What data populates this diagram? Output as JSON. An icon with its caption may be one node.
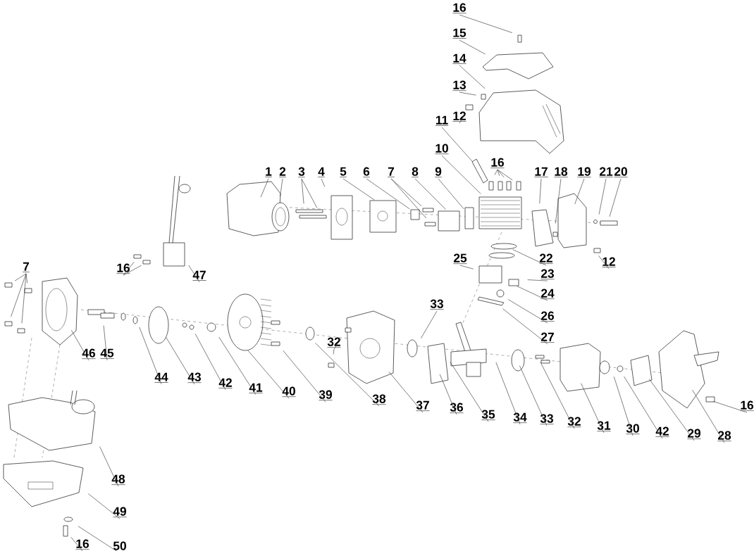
{
  "diagram": {
    "nodes": [
      {
        "text": [
          "16"
        ]
      },
      {
        "text": [
          "15"
        ]
      },
      {
        "text": [
          "14"
        ]
      },
      {
        "text": [
          "13"
        ]
      },
      {
        "text": [
          "12"
        ]
      },
      {
        "text": [
          "11"
        ]
      },
      {
        "text": [
          "10"
        ]
      },
      {
        "text": [
          "16"
        ]
      },
      {
        "text": [
          "1"
        ]
      },
      {
        "text": [
          "2"
        ]
      },
      {
        "text": [
          "3"
        ]
      },
      {
        "text": [
          "4"
        ]
      },
      {
        "text": [
          "5"
        ]
      },
      {
        "text": [
          "6"
        ]
      },
      {
        "text": [
          "7"
        ]
      },
      {
        "text": [
          "8"
        ]
      },
      {
        "text": [
          "9"
        ]
      },
      {
        "text": [
          "17"
        ]
      },
      {
        "text": [
          "18"
        ]
      },
      {
        "text": [
          "19"
        ]
      },
      {
        "text": [
          "21"
        ]
      },
      {
        "text": [
          "20"
        ]
      },
      {
        "text": [
          "22"
        ]
      },
      {
        "text": [
          "12"
        ]
      },
      {
        "text": [
          "25"
        ]
      },
      {
        "text": [
          "23"
        ]
      },
      {
        "text": [
          "24"
        ]
      },
      {
        "text": [
          "26"
        ]
      },
      {
        "text": [
          "27"
        ]
      },
      {
        "text": [
          "7"
        ]
      },
      {
        "text": [
          "16"
        ]
      },
      {
        "text": [
          "47"
        ]
      },
      {
        "text": [
          "33"
        ]
      },
      {
        "text": [
          "32"
        ]
      },
      {
        "text": [
          "46"
        ]
      },
      {
        "text": [
          "45"
        ]
      },
      {
        "text": [
          "44"
        ]
      },
      {
        "text": [
          "43"
        ]
      },
      {
        "text": [
          "42"
        ]
      },
      {
        "text": [
          "41"
        ]
      },
      {
        "text": [
          "40"
        ]
      },
      {
        "text": [
          "39"
        ]
      },
      {
        "text": [
          "38"
        ]
      },
      {
        "text": [
          "37"
        ]
      },
      {
        "text": [
          "36"
        ]
      },
      {
        "text": [
          "35"
        ]
      },
      {
        "text": [
          "34"
        ]
      },
      {
        "text": [
          "33"
        ]
      },
      {
        "text": [
          "32"
        ]
      },
      {
        "text": [
          "31"
        ]
      },
      {
        "text": [
          "30"
        ]
      },
      {
        "text": [
          "42"
        ]
      },
      {
        "text": [
          "29"
        ]
      },
      {
        "text": [
          "28"
        ]
      },
      {
        "text": [
          "16"
        ]
      },
      {
        "text": [
          "48"
        ]
      },
      {
        "text": [
          "49"
        ]
      },
      {
        "text": [
          "16"
        ]
      },
      {
        "text": [
          "50"
        ]
      }
    ],
    "edges": [
      {
        "from": 0,
        "to": null,
        "arrow": "none"
      },
      {
        "from": 1,
        "to": null,
        "arrow": "none"
      },
      {
        "from": 2,
        "to": null,
        "arrow": "none"
      },
      {
        "from": 3,
        "to": null,
        "arrow": "none"
      },
      {
        "from": 4,
        "to": null,
        "arrow": "none"
      },
      {
        "from": 5,
        "to": null,
        "arrow": "none"
      },
      {
        "from": 6,
        "to": null,
        "arrow": "none"
      },
      {
        "from": 7,
        "to": null,
        "arrow": "none"
      },
      {
        "from": 7,
        "to": null,
        "arrow": "none"
      },
      {
        "from": 7,
        "to": null,
        "arrow": "none"
      },
      {
        "from": 7,
        "to": null,
        "arrow": "none"
      },
      {
        "from": 8,
        "to": null,
        "arrow": "none"
      },
      {
        "from": 9,
        "to": null,
        "arrow": "none"
      },
      {
        "from": 10,
        "to": null,
        "arrow": "none"
      },
      {
        "from": 10,
        "to": null,
        "arrow": "none"
      },
      {
        "from": 11,
        "to": null,
        "arrow": "none"
      },
      {
        "from": 12,
        "to": null,
        "arrow": "none"
      },
      {
        "from": 13,
        "to": null,
        "arrow": "none"
      },
      {
        "from": 14,
        "to": null,
        "arrow": "none"
      },
      {
        "from": 14,
        "to": null,
        "arrow": "none"
      },
      {
        "from": 15,
        "to": null,
        "arrow": "none"
      },
      {
        "from": 16,
        "to": null,
        "arrow": "none"
      },
      {
        "from": 17,
        "to": null,
        "arrow": "none"
      },
      {
        "from": 18,
        "to": null,
        "arrow": "none"
      },
      {
        "from": 19,
        "to": null,
        "arrow": "none"
      },
      {
        "from": 20,
        "to": null,
        "arrow": "none"
      },
      {
        "from": 21,
        "to": null,
        "arrow": "none"
      },
      {
        "from": 22,
        "to": null,
        "arrow": "none"
      },
      {
        "from": 23,
        "to": null,
        "arrow": "none"
      },
      {
        "from": 24,
        "to": null,
        "arrow": "none"
      },
      {
        "from": 25,
        "to": null,
        "arrow": "none"
      },
      {
        "from": 26,
        "to": null,
        "arrow": "none"
      },
      {
        "from": 27,
        "to": null,
        "arrow": "none"
      },
      {
        "from": 28,
        "to": null,
        "arrow": "none"
      },
      {
        "from": 29,
        "to": null,
        "arrow": "none"
      },
      {
        "from": 29,
        "to": null,
        "arrow": "none"
      },
      {
        "from": 29,
        "to": null,
        "arrow": "none"
      },
      {
        "from": 29,
        "to": null,
        "arrow": "none"
      },
      {
        "from": 30,
        "to": null,
        "arrow": "none"
      },
      {
        "from": 30,
        "to": null,
        "arrow": "none"
      },
      {
        "from": 31,
        "to": null,
        "arrow": "none"
      },
      {
        "from": 32,
        "to": null,
        "arrow": "none"
      },
      {
        "from": 33,
        "to": null,
        "arrow": "none"
      },
      {
        "from": 33,
        "to": null,
        "arrow": "none"
      },
      {
        "from": 34,
        "to": null,
        "arrow": "none"
      },
      {
        "from": 35,
        "to": null,
        "arrow": "none"
      },
      {
        "from": 36,
        "to": null,
        "arrow": "none"
      },
      {
        "from": 37,
        "to": null,
        "arrow": "none"
      },
      {
        "from": 38,
        "to": null,
        "arrow": "none"
      },
      {
        "from": 39,
        "to": null,
        "arrow": "none"
      },
      {
        "from": 40,
        "to": null,
        "arrow": "none"
      },
      {
        "from": 41,
        "to": null,
        "arrow": "none"
      },
      {
        "from": 42,
        "to": null,
        "arrow": "none"
      },
      {
        "from": 43,
        "to": null,
        "arrow": "none"
      },
      {
        "from": 44,
        "to": null,
        "arrow": "none"
      },
      {
        "from": 45,
        "to": null,
        "arrow": "none"
      },
      {
        "from": 46,
        "to": null,
        "arrow": "none"
      },
      {
        "from": 47,
        "to": null,
        "arrow": "none"
      },
      {
        "from": 48,
        "to": null,
        "arrow": "none"
      },
      {
        "from": 49,
        "to": null,
        "arrow": "none"
      },
      {
        "from": 50,
        "to": null,
        "arrow": "none"
      },
      {
        "from": 51,
        "to": null,
        "arrow": "none"
      },
      {
        "from": 52,
        "to": null,
        "arrow": "none"
      },
      {
        "from": 53,
        "to": null,
        "arrow": "none"
      },
      {
        "from": 54,
        "to": null,
        "arrow": "none"
      },
      {
        "from": 55,
        "to": null,
        "arrow": "none"
      },
      {
        "from": 56,
        "to": null,
        "arrow": "none"
      },
      {
        "from": 57,
        "to": null,
        "arrow": "none"
      },
      {
        "from": 58,
        "to": null,
        "arrow": "none"
      }
    ]
  }
}
